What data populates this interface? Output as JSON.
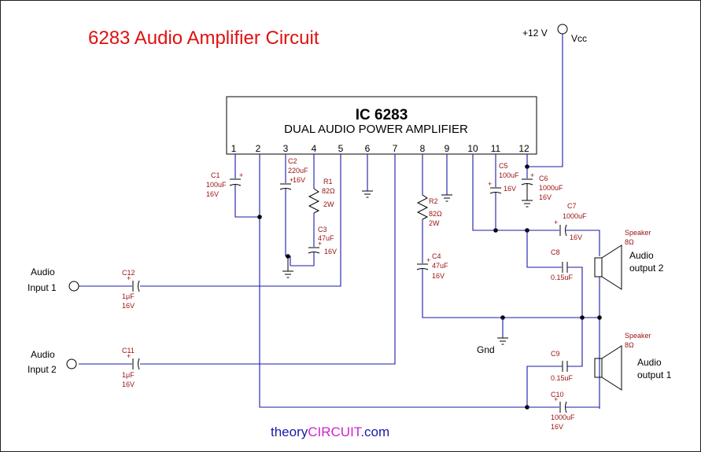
{
  "title": "6283 Audio Amplifier Circuit",
  "ic": {
    "name": "IC 6283",
    "description": "DUAL AUDIO POWER AMPLIFIER",
    "pins": [
      "1",
      "2",
      "3",
      "4",
      "5",
      "6",
      "7",
      "8",
      "9",
      "10",
      "11",
      "12"
    ]
  },
  "power": {
    "supply": "+12 V",
    "vcc": "Vcc"
  },
  "components": {
    "c1": {
      "ref": "C1",
      "value": "100uF",
      "voltage": "16V"
    },
    "c2": {
      "ref": "C2",
      "value": "220uF",
      "voltage": "16V"
    },
    "r1": {
      "ref": "R1",
      "value": "82Ω",
      "power": "2W"
    },
    "c3": {
      "ref": "C3",
      "value": "47uF",
      "voltage": "16V"
    },
    "r2": {
      "ref": "R2",
      "value": "82Ω",
      "power": "2W"
    },
    "c4": {
      "ref": "C4",
      "value": "47uF",
      "voltage": "16V"
    },
    "c5": {
      "ref": "C5",
      "value": "100uF",
      "voltage": "16V"
    },
    "c6": {
      "ref": "C6",
      "value": "1000uF",
      "voltage": "16V"
    },
    "c7": {
      "ref": "C7",
      "value": "1000uF",
      "voltage": "16V"
    },
    "c8": {
      "ref": "C8",
      "value": "0.15uF"
    },
    "c9": {
      "ref": "C9",
      "value": "0.15uF"
    },
    "c10": {
      "ref": "C10",
      "value": "1000uF",
      "voltage": "16V"
    },
    "c11": {
      "ref": "C11",
      "value": "1μF",
      "voltage": "16V"
    },
    "c12": {
      "ref": "C12",
      "value": "1μF",
      "voltage": "16V"
    }
  },
  "inputs": {
    "in1": {
      "line1": "Audio",
      "line2": "Input 1"
    },
    "in2": {
      "line1": "Audio",
      "line2": "Input 2"
    }
  },
  "outputs": {
    "out1": {
      "line1": "Audio",
      "line2": "output 1",
      "spk": "Speaker",
      "imp": "8Ω"
    },
    "out2": {
      "line1": "Audio",
      "line2": "output 2",
      "spk": "Speaker",
      "imp": "8Ω"
    }
  },
  "gnd": "Gnd",
  "footer": {
    "part1": "theory",
    "part2": "CIRCUIT",
    "part3": ".com",
    "color1": "#1a1aa8",
    "color2": "#d020d0"
  }
}
